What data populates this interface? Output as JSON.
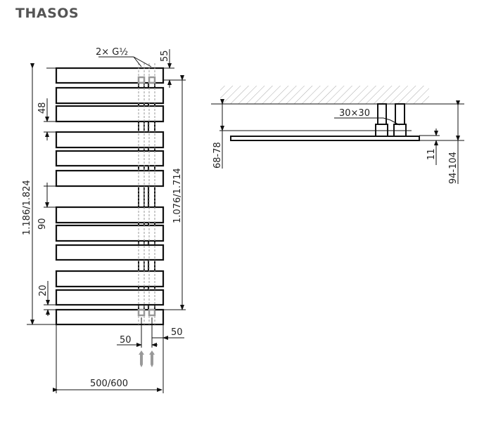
{
  "title": "THASOS",
  "front_view": {
    "connection_label": "2× G½",
    "dim_top_offset": "55",
    "dim_total_height": "1.186/1.824",
    "dim_connection_spacing": "1.076/1.714",
    "dim_gap_48": "48",
    "dim_gap_90": "90",
    "dim_gap_20": "20",
    "dim_pipe_left": "50",
    "dim_pipe_right": "50",
    "dim_width": "500/600"
  },
  "side_view": {
    "fitting_size": "30×30",
    "dim_wall_to_pipe": "68-78",
    "dim_panel_thickness": "11",
    "dim_wall_depth": "94-104"
  },
  "colors": {
    "line": "#111111",
    "hidden": "#999999",
    "title": "#555555"
  }
}
